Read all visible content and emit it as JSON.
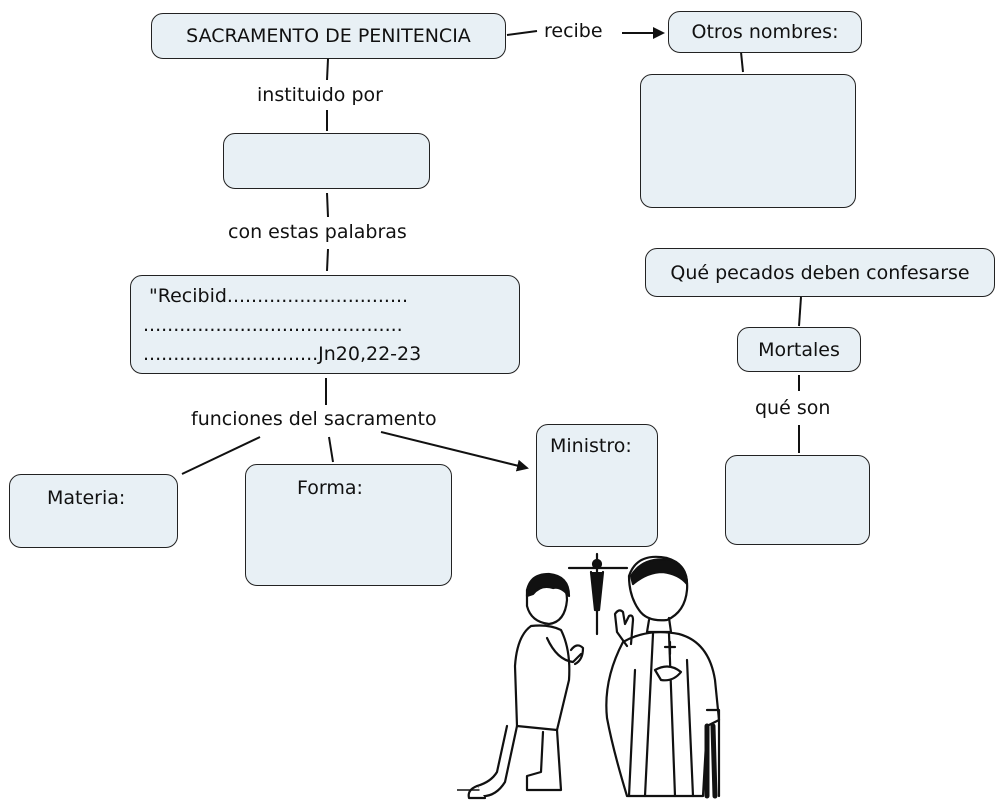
{
  "nodes": {
    "main": "SACRAMENTO DE PENITENCIA",
    "otros_nombres": "Otros nombres:",
    "otros_nombres_answer": "",
    "instituido_answer": "",
    "quote": {
      "line1": "\"Recibid..............................",
      "line2": "...........................................",
      "line3": ".............................Jn20,22-23"
    },
    "materia": "Materia:",
    "forma": "Forma:",
    "ministro": "Ministro:",
    "pecados": "Qué pecados deben confesarse",
    "mortales": "Mortales",
    "mortales_answer": ""
  },
  "links": {
    "recibe": "recibe",
    "instituido_por": "instituido por",
    "con_estas_palabras": "con estas palabras",
    "funciones": "funciones del sacramento",
    "que_son": "qué son"
  }
}
